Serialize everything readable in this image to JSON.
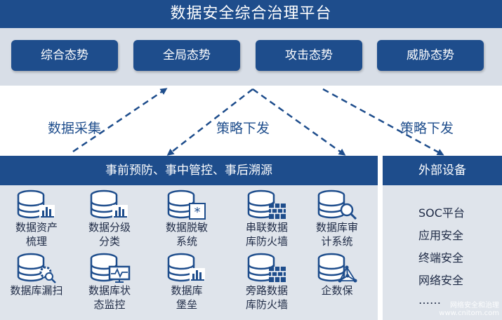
{
  "title": "数据安全综合治理平台",
  "top_buttons": [
    "综合态势",
    "全局态势",
    "攻击态势",
    "威胁态势"
  ],
  "arrow_labels": {
    "collect": "数据采集",
    "strategy_1": "策略下发",
    "strategy_2": "策略下发"
  },
  "main_panel": {
    "heading": "事前预防、事中管控、事后溯源",
    "items": [
      {
        "label_1": "数据资产",
        "label_2": "梳理",
        "icon": "database-chart-icon"
      },
      {
        "label_1": "数据分级",
        "label_2": "分类",
        "icon": "database-chart-icon"
      },
      {
        "label_1": "数据脱敏",
        "label_2": "系统",
        "icon": "database-asterisk-icon"
      },
      {
        "label_1": "串联数据",
        "label_2": "库防火墙",
        "icon": "database-firewall-icon"
      },
      {
        "label_1": "数据库审",
        "label_2": "计系统",
        "icon": "database-search-icon"
      },
      {
        "label_1": "数据库漏扫",
        "label_2": "",
        "icon": "database-gear-search-icon"
      },
      {
        "label_1": "数据库状",
        "label_2": "态监控",
        "icon": "database-monitor-icon"
      },
      {
        "label_1": "数据库",
        "label_2": "堡垒",
        "icon": "database-chart-icon"
      },
      {
        "label_1": "旁路数据",
        "label_2": "库防火墙",
        "icon": "database-firewall-icon"
      },
      {
        "label_1": "企数保",
        "label_2": "",
        "icon": "database-network-icon"
      }
    ]
  },
  "external_panel": {
    "heading": "外部设备",
    "items": [
      "SOC平台",
      "应用安全",
      "终端安全",
      "网络安全",
      "……"
    ]
  },
  "watermark": {
    "line_1": "网络安全和治理",
    "line_2": "www.cnitom.com"
  },
  "colors": {
    "primary": "#1e4d8c",
    "panel": "#dfe4eb",
    "band": "#d8dee7"
  }
}
